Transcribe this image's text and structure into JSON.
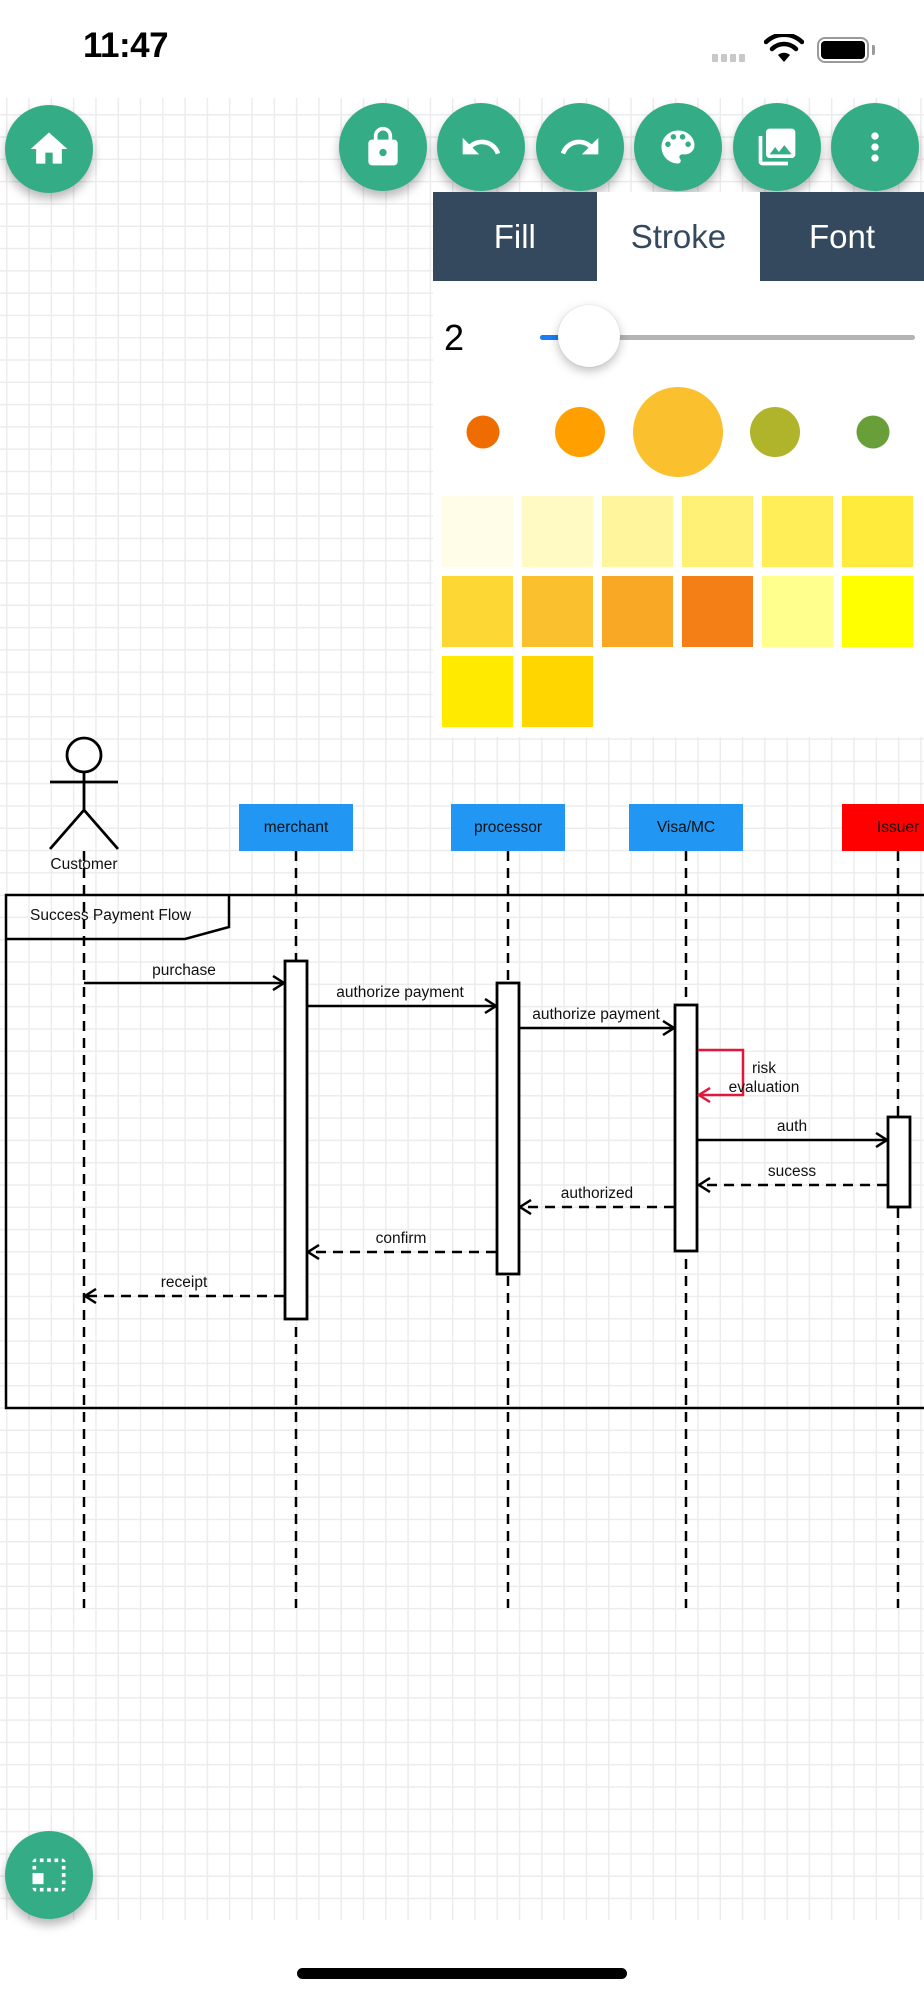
{
  "status_bar": {
    "time": "11:47"
  },
  "toolbar": {
    "home": "home-icon",
    "buttons": [
      {
        "name": "lock",
        "icon": "lock-icon"
      },
      {
        "name": "undo",
        "icon": "undo-icon"
      },
      {
        "name": "redo",
        "icon": "redo-icon"
      },
      {
        "name": "palette",
        "icon": "palette-icon"
      },
      {
        "name": "gallery",
        "icon": "image-gallery-icon"
      },
      {
        "name": "more",
        "icon": "more-vertical-icon"
      }
    ],
    "fit_view": "fit-screen-icon",
    "accent_color": "#34ad86"
  },
  "style_panel": {
    "tabs": [
      {
        "label": "Fill",
        "active": false
      },
      {
        "label": "Stroke",
        "active": true
      },
      {
        "label": "Font",
        "active": false
      }
    ],
    "stroke_width": {
      "value": "2",
      "fraction": 0.13
    },
    "shades": [
      {
        "color": "#ef6c00",
        "selected": false
      },
      {
        "color": "#ff9f00",
        "selected": false
      },
      {
        "color": "#fbc02d",
        "selected": true
      },
      {
        "color": "#afb42b",
        "selected": false
      },
      {
        "color": "#689f38",
        "selected": false
      }
    ],
    "swatches": [
      "#fffde7",
      "#fff9c4",
      "#fff59d",
      "#fff176",
      "#ffee58",
      "#ffeb3b",
      "#fdd835",
      "#fbc02d",
      "#f9a825",
      "#f57f17",
      "#ffff8d",
      "#ffff00",
      "#ffea00",
      "#ffd600"
    ]
  },
  "diagram": {
    "frame_label": "Success Payment Flow",
    "actor": {
      "label": "Customer"
    },
    "participants": [
      {
        "label": "merchant",
        "color": "#2196f3"
      },
      {
        "label": "processor",
        "color": "#2196f3"
      },
      {
        "label": "Visa/MC",
        "color": "#2196f3"
      },
      {
        "label": "Issuer",
        "color": "#ff0000"
      }
    ],
    "messages": [
      {
        "label": "purchase",
        "from": "Customer",
        "to": "merchant",
        "style": "solid"
      },
      {
        "label": "authorize payment",
        "from": "merchant",
        "to": "processor",
        "style": "solid"
      },
      {
        "label": "authorize payment",
        "from": "processor",
        "to": "Visa/MC",
        "style": "solid"
      },
      {
        "label": "risk",
        "label2": "evaluation",
        "from": "Visa/MC",
        "to": "Visa/MC",
        "style": "self",
        "color": "#e0183c"
      },
      {
        "label": "auth",
        "from": "Visa/MC",
        "to": "Issuer",
        "style": "solid"
      },
      {
        "label": "sucess",
        "from": "Issuer",
        "to": "Visa/MC",
        "style": "dashed"
      },
      {
        "label": "authorized",
        "from": "Visa/MC",
        "to": "processor",
        "style": "dashed"
      },
      {
        "label": "confirm",
        "from": "processor",
        "to": "merchant",
        "style": "dashed"
      },
      {
        "label": "receipt",
        "from": "merchant",
        "to": "Customer",
        "style": "dashed"
      }
    ]
  }
}
